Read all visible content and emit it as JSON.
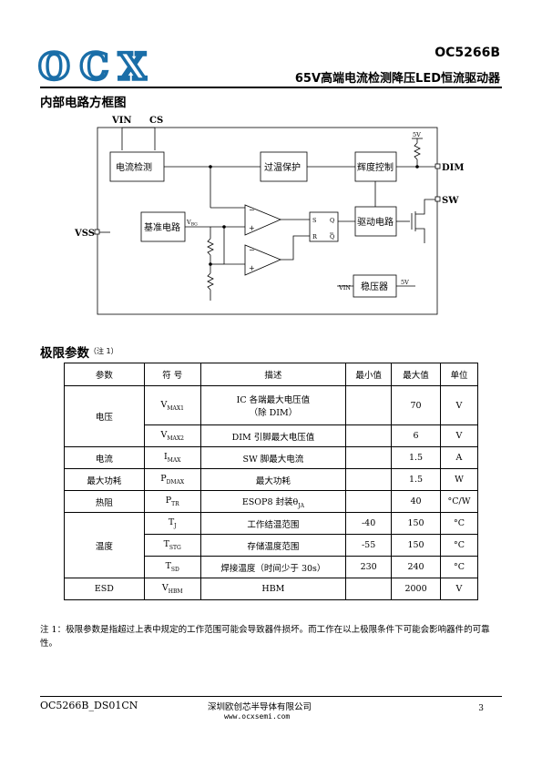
{
  "header": {
    "logo_text": "OCX",
    "part_number": "OC5266B",
    "title": "65V高端电流检测降压LED恒流驱动器"
  },
  "block_diagram": {
    "section_title": "内部电路方框图",
    "pins": {
      "vin": "VIN",
      "cs": "CS",
      "vss": "VSS",
      "dim": "DIM",
      "sw": "SW"
    },
    "blocks": {
      "current_sense": "电流检测",
      "over_temp": "过温保护",
      "brightness": "辉度控制",
      "reference": "基准电路",
      "driver": "驱动电路",
      "regulator": "稳压器"
    },
    "labels": {
      "vbg": "V",
      "vbg_sub": "BG",
      "supply_5v": "5V",
      "regulator_in": "VIN",
      "regulator_out": "5V",
      "latch_s": "S",
      "latch_r": "R",
      "latch_q": "Q",
      "latch_qbar": "Q",
      "comp_minus": "−",
      "comp_plus": "+"
    }
  },
  "abs_max": {
    "section_title": "极限参数",
    "note_marker": "（注 1）",
    "columns": [
      "参数",
      "符 号",
      "描述",
      "最小值",
      "最大值",
      "单位"
    ],
    "rows": [
      {
        "param": "电压",
        "sym": "V",
        "sub": "MAX1",
        "desc": "IC 各端最大电压值",
        "desc2": "（除 DIM）",
        "min": "",
        "max": "70",
        "unit": "V"
      },
      {
        "param": "",
        "sym": "V",
        "sub": "MAX2",
        "desc": "DIM 引脚最大电压值",
        "min": "",
        "max": "6",
        "unit": "V"
      },
      {
        "param": "电流",
        "sym": "I",
        "sub": "MAX",
        "desc": "SW 脚最大电流",
        "min": "",
        "max": "1.5",
        "unit": "A"
      },
      {
        "param": "最大功耗",
        "sym": "P",
        "sub": "DMAX",
        "desc": "最大功耗",
        "min": "",
        "max": "1.5",
        "unit": "W"
      },
      {
        "param": "热阻",
        "sym": "P",
        "sub": "TR",
        "desc": "ESOP8 封装θ",
        "desc_sub": "JA",
        "min": "",
        "max": "40",
        "unit": "°C/W"
      },
      {
        "param": "温度",
        "sym": "T",
        "sub": "J",
        "desc": "工作结温范围",
        "min": "-40",
        "max": "150",
        "unit": "°C"
      },
      {
        "param": "",
        "sym": "T",
        "sub": "STG",
        "desc": "存储温度范围",
        "min": "-55",
        "max": "150",
        "unit": "°C"
      },
      {
        "param": "",
        "sym": "T",
        "sub": "SD",
        "desc": "焊接温度（时间少于 30s）",
        "min": "230",
        "max": "240",
        "unit": "°C"
      },
      {
        "param": "ESD",
        "sym": "V",
        "sub": "HBM",
        "desc": "HBM",
        "min": "",
        "max": "2000",
        "unit": "V"
      }
    ],
    "note": "注 1：极限参数是指超过上表中规定的工作范围可能会导致器件损坏。而工作在以上极限条件下可能会影响器件的可靠性。"
  },
  "footer": {
    "doc_id": "OC5266B_DS01CN",
    "company": "深圳欧创芯半导体有限公司",
    "website": "www.ocxsemi.com",
    "page": "3"
  }
}
